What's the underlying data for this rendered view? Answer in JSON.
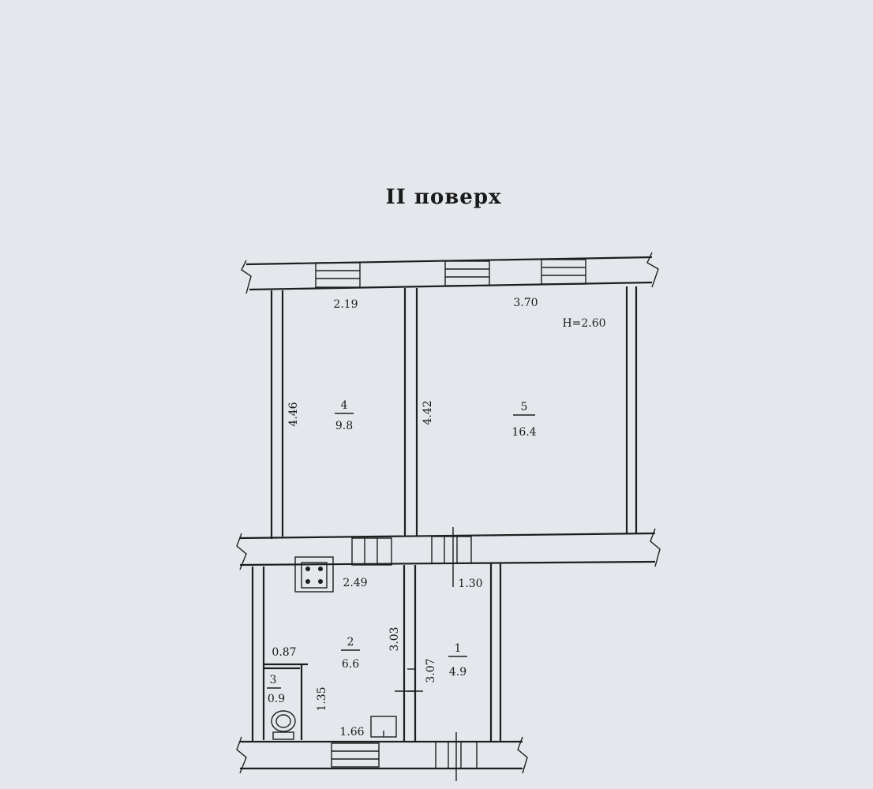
{
  "plan": {
    "title": "ІІ поверх",
    "height_note": "H=2.60",
    "rooms": [
      {
        "number": "4",
        "area": "9.8"
      },
      {
        "number": "5",
        "area": "16.4"
      },
      {
        "number": "2",
        "area": "6.6"
      },
      {
        "number": "1",
        "area": "4.9"
      },
      {
        "number": "3",
        "area": "0.9"
      }
    ],
    "dimensions": {
      "room4_width": "2.19",
      "room4_length": "4.46",
      "room5_width": "3.70",
      "room5_length": "4.42",
      "room2_width": "2.49",
      "room2_length": "3.03",
      "room2_bottom": "1.66",
      "room1_width": "1.30",
      "room1_length": "3.07",
      "room3_width": "0.87",
      "room3_length": "1.35"
    }
  }
}
